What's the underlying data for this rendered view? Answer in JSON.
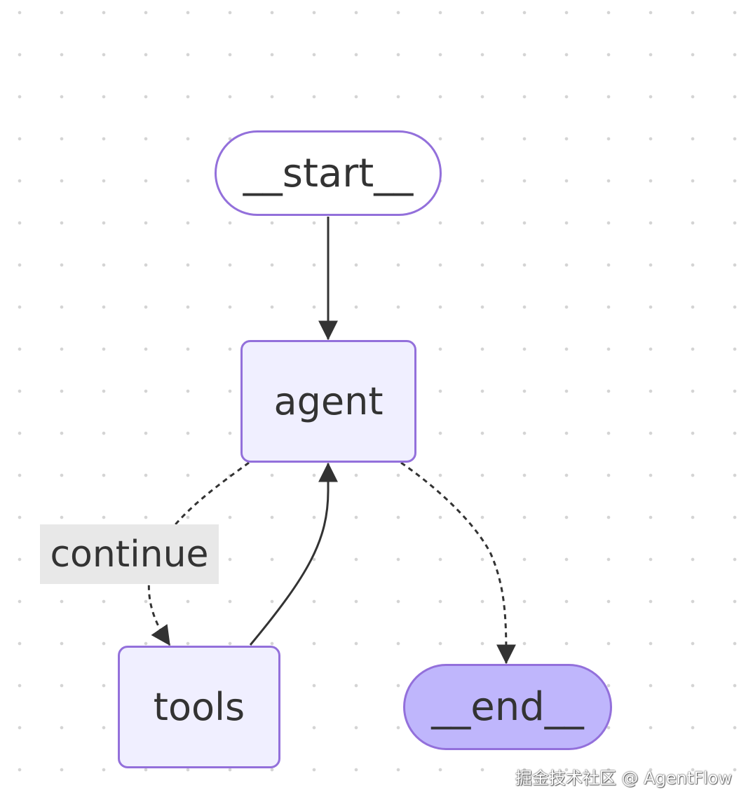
{
  "diagram": {
    "nodes": {
      "start": {
        "label": "__start__"
      },
      "agent": {
        "label": "agent"
      },
      "tools": {
        "label": "tools"
      },
      "end": {
        "label": "__end__"
      }
    },
    "edges": [
      {
        "from": "start",
        "to": "agent",
        "style": "solid"
      },
      {
        "from": "agent",
        "to": "tools",
        "style": "dashed",
        "label": "continue"
      },
      {
        "from": "tools",
        "to": "agent",
        "style": "solid"
      },
      {
        "from": "agent",
        "to": "end",
        "style": "dashed"
      }
    ],
    "edge_labels": {
      "continue": "continue"
    }
  },
  "watermark": "掘金技术社区 @ AgentFlow",
  "colors": {
    "node_border": "#9370db",
    "node_fill": "#f0efff",
    "end_fill": "#bfb6fc",
    "edge": "#333333",
    "label_bg": "#e8e8e8"
  }
}
